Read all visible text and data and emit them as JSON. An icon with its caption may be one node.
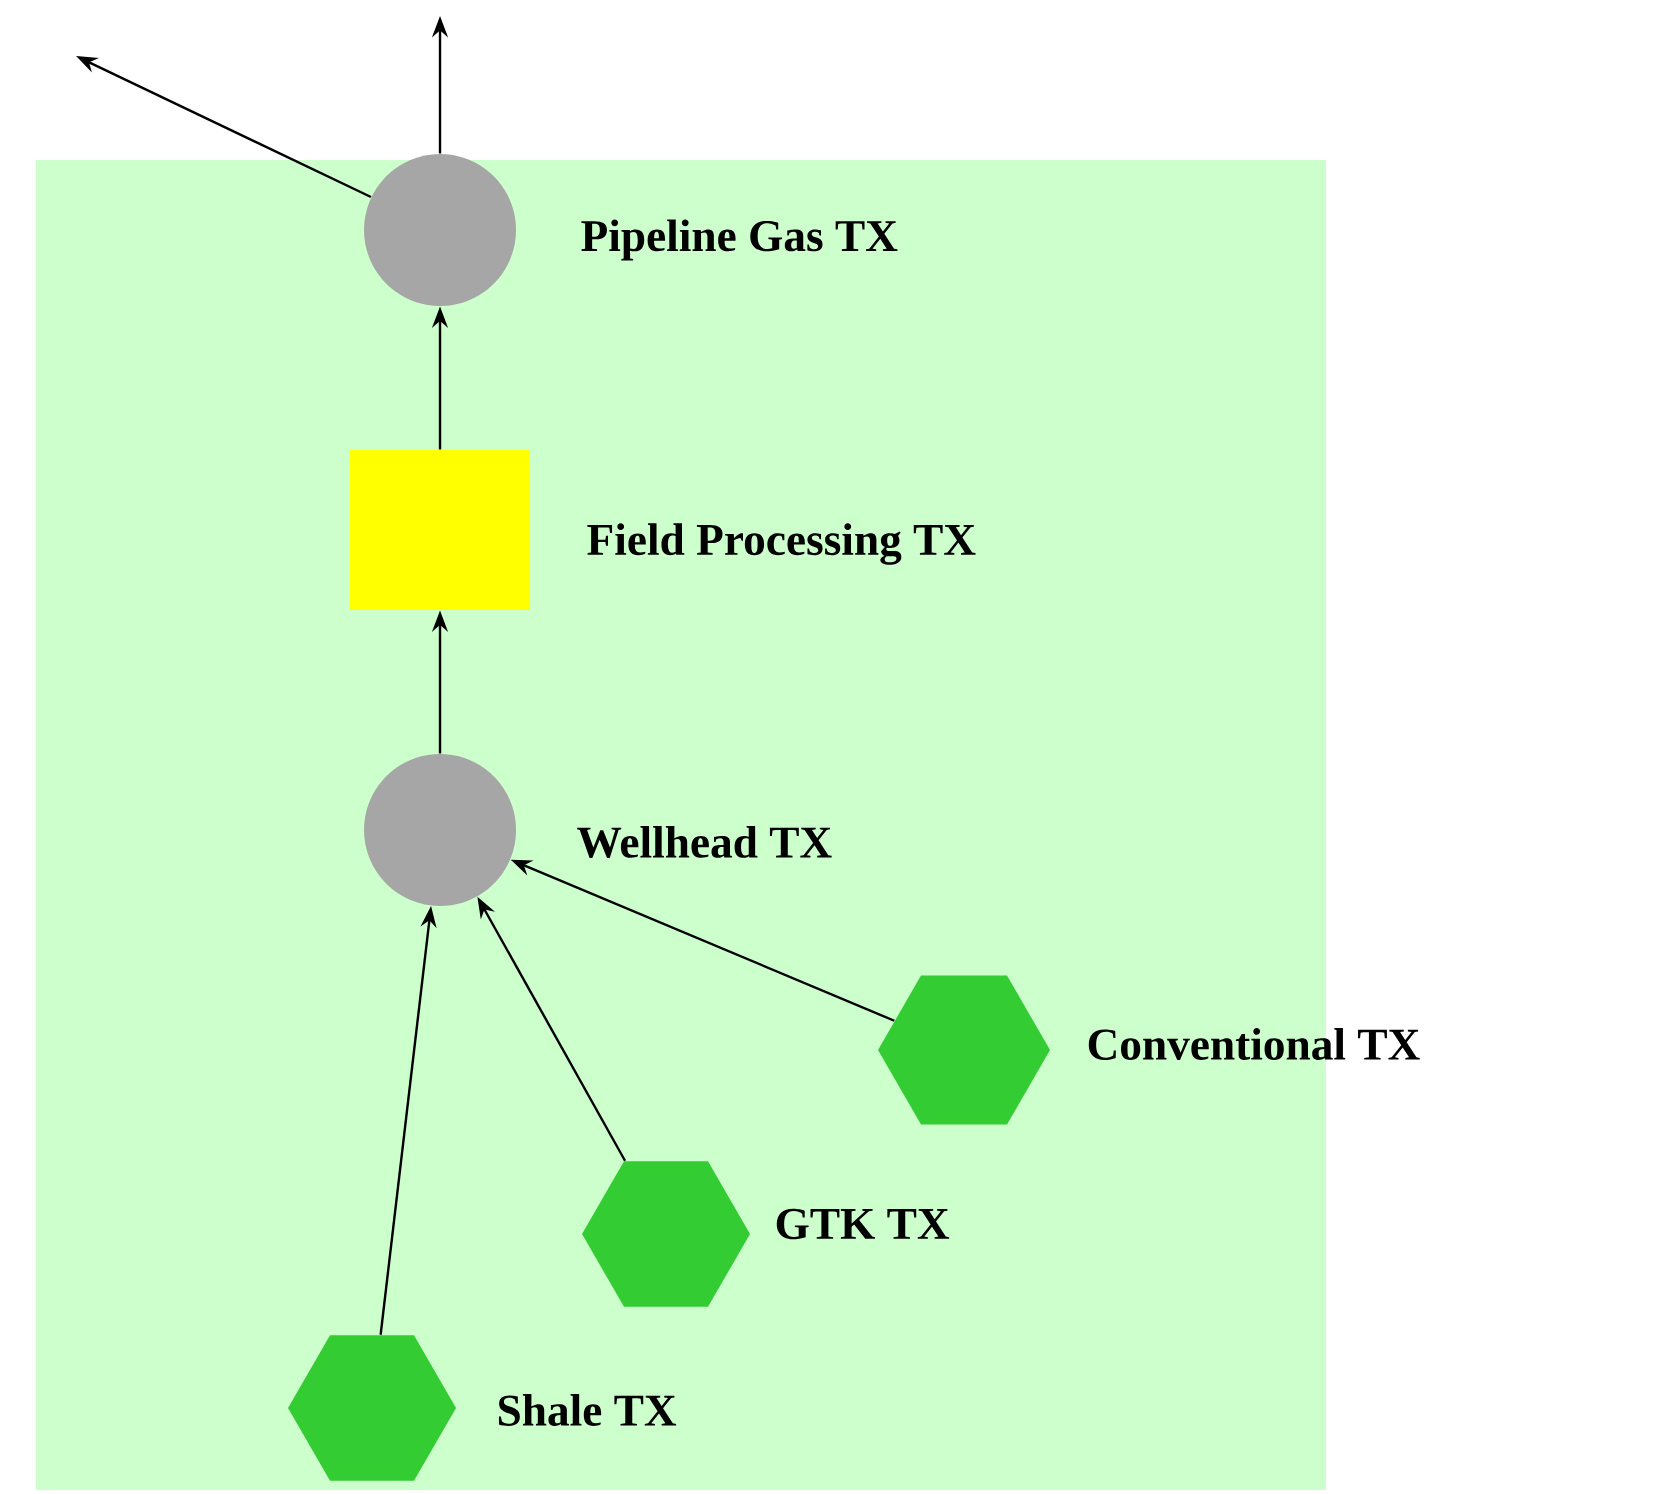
{
  "diagram": {
    "nodes": [
      {
        "text": [],
        "shape": "box"
      },
      {
        "text": [],
        "shape": "circle",
        "in": 0,
        "beside": [
          "Pipeline Gas TX"
        ]
      },
      {
        "text": [],
        "shape": "box",
        "in": 0,
        "beside": [
          "Field Processing TX"
        ]
      },
      {
        "text": [],
        "shape": "circle",
        "in": 0,
        "beside": [
          "Wellhead TX"
        ]
      },
      {
        "text": [],
        "shape": "hexagon",
        "in": 0,
        "beside": [
          "Conventional TX"
        ]
      },
      {
        "text": [],
        "shape": "hexagon",
        "in": 0,
        "beside": [
          "GTK TX"
        ]
      },
      {
        "text": [],
        "shape": "hexagon",
        "in": 0,
        "beside": [
          "Shale TX"
        ]
      }
    ],
    "edges": [
      {
        "from": 6,
        "to": 3,
        "arrow": "to"
      },
      {
        "from": 5,
        "to": 3,
        "arrow": "to"
      },
      {
        "from": 4,
        "to": 3,
        "arrow": "to"
      },
      {
        "from": 3,
        "to": 2,
        "arrow": "to"
      },
      {
        "from": 2,
        "to": 1,
        "arrow": "to"
      },
      {
        "from": 1,
        "to": null,
        "arrow": "to"
      },
      {
        "from": 1,
        "to": null,
        "arrow": "to"
      }
    ]
  }
}
